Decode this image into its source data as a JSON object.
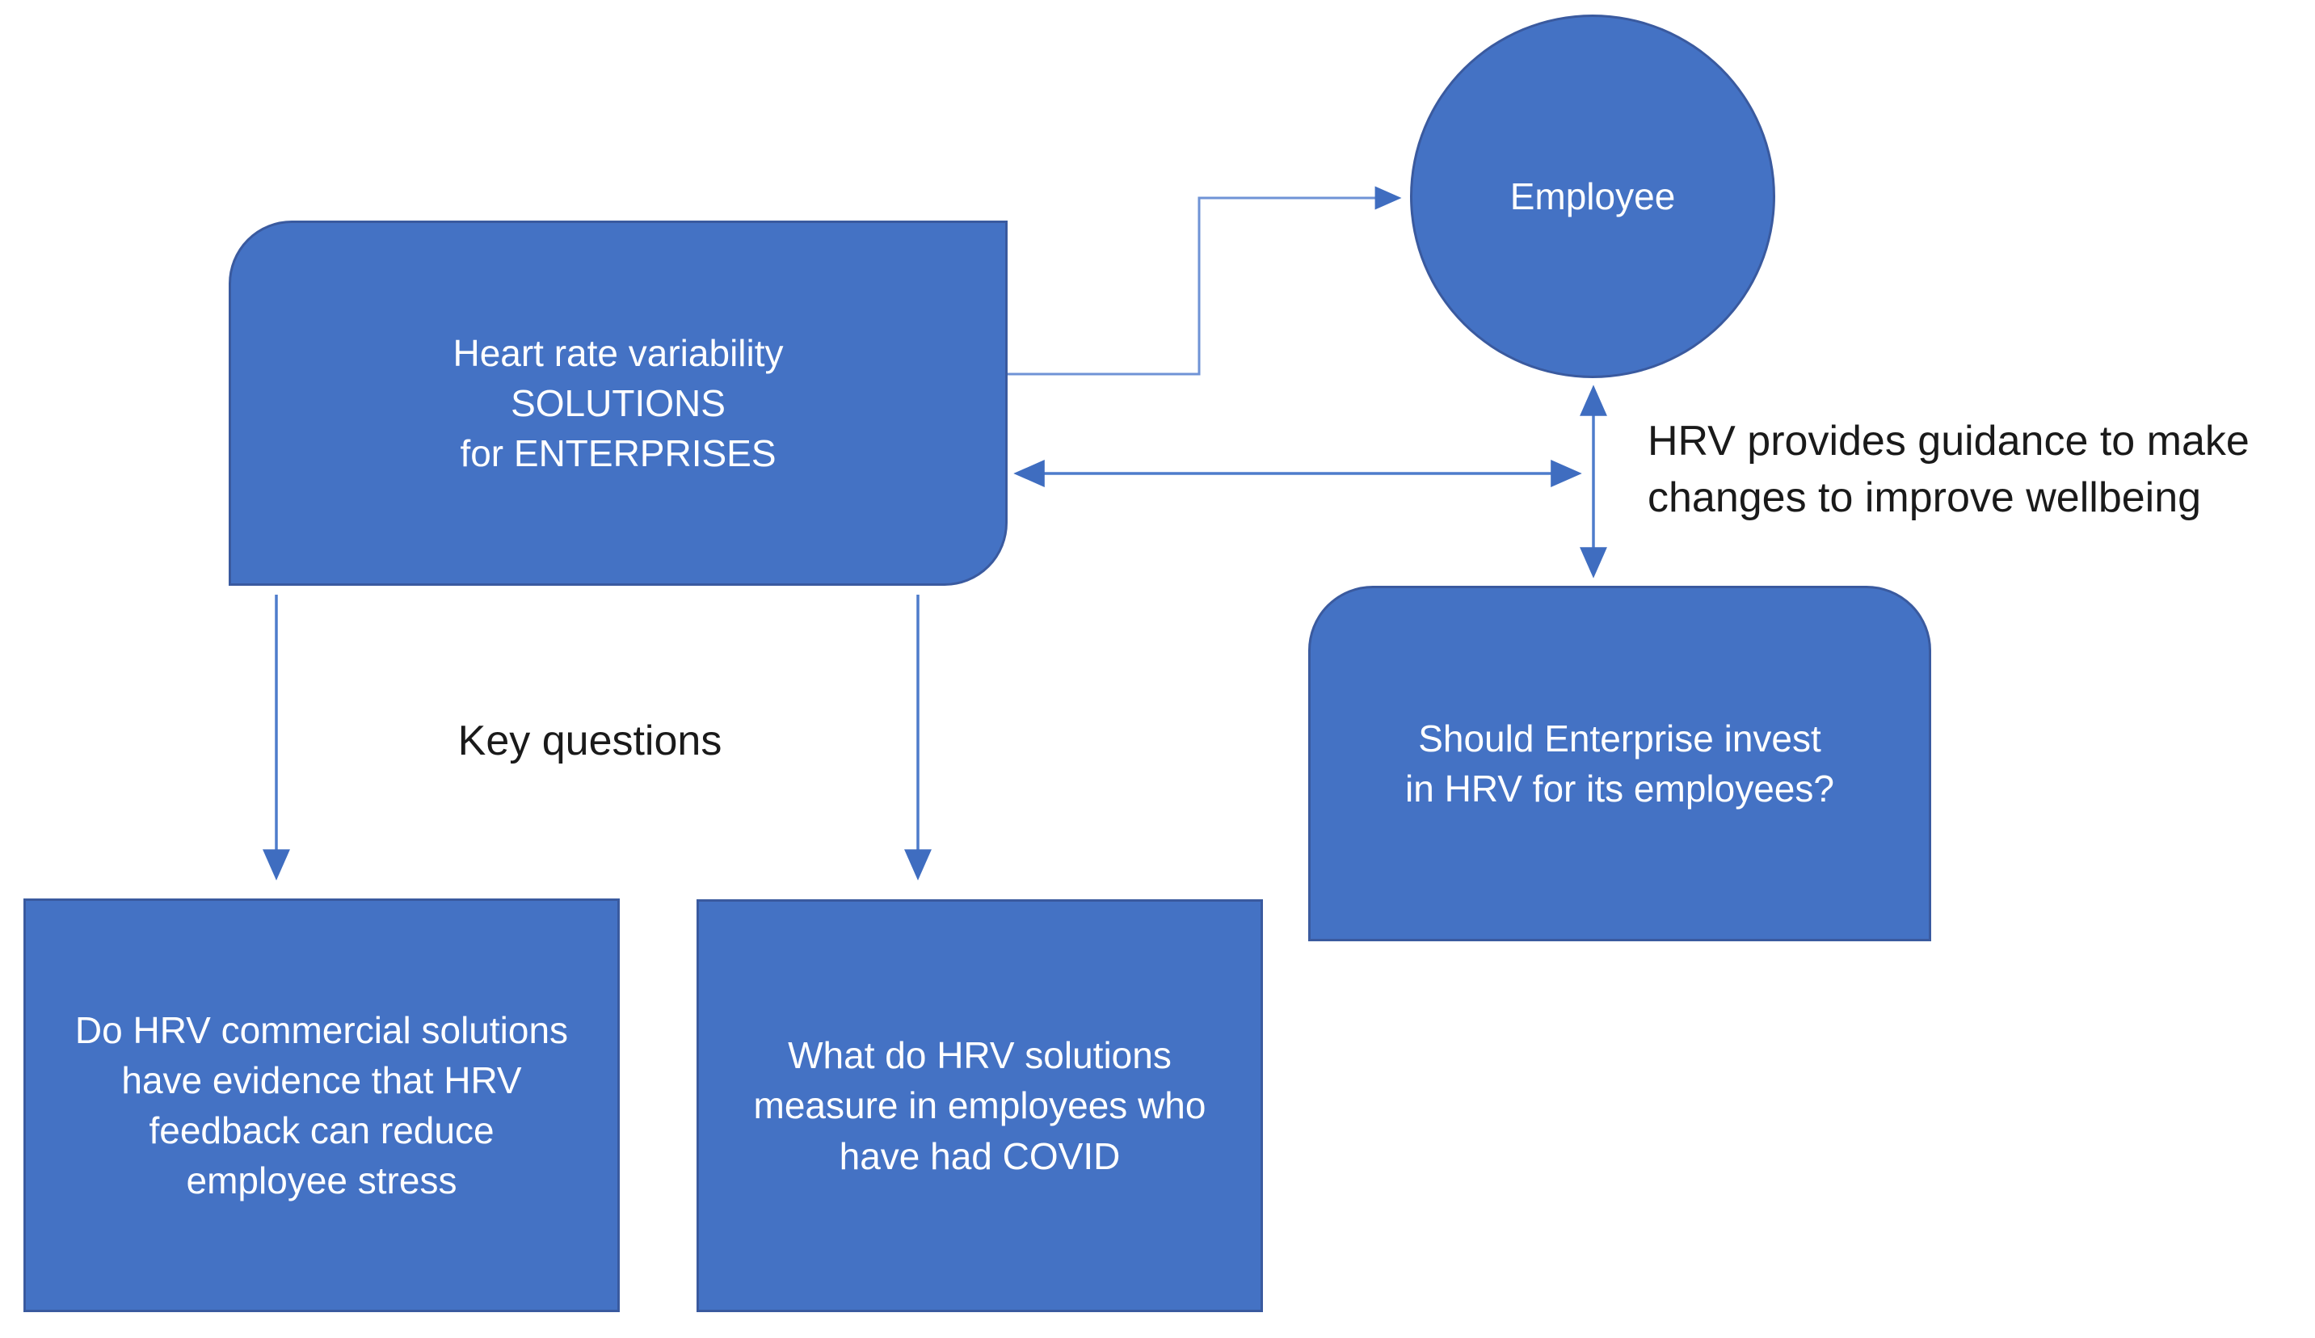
{
  "diagram": {
    "nodes": {
      "hrv_solutions": {
        "label": "Heart rate variability\nSOLUTIONS\nfor ENTERPRISES",
        "shape": "rounded-diagonal-rectangle"
      },
      "employee": {
        "label": "Employee",
        "shape": "circle"
      },
      "enterprise_invest": {
        "label": "Should Enterprise invest\nin HRV for its employees?",
        "shape": "round-top-rectangle"
      },
      "question_stress": {
        "label": "Do HRV commercial solutions\nhave evidence that HRV\nfeedback can reduce\nemployee stress",
        "shape": "rectangle"
      },
      "question_covid": {
        "label": "What do HRV solutions\nmeasure in employees who\nhave had COVID",
        "shape": "rectangle"
      }
    },
    "annotations": {
      "key_questions": {
        "label": "Key questions"
      },
      "hrv_guidance": {
        "label": "HRV provides guidance to make\nchanges to improve wellbeing"
      }
    },
    "connectors": [
      {
        "id": "solutions-to-employee",
        "from": "hrv_solutions",
        "to": "employee",
        "style": "elbow",
        "arrows": "end"
      },
      {
        "id": "employee-to-solutions",
        "from": "employee",
        "to": "hrv_solutions",
        "style": "straight-horizontal",
        "arrows": "both"
      },
      {
        "id": "employee-to-enterprise-invest",
        "from": "employee",
        "to": "enterprise_invest",
        "style": "straight-vertical",
        "arrows": "both"
      },
      {
        "id": "solutions-to-question-stress",
        "from": "hrv_solutions",
        "to": "question_stress",
        "style": "straight-vertical",
        "arrows": "end"
      },
      {
        "id": "solutions-to-question-covid",
        "from": "hrv_solutions",
        "to": "question_covid",
        "style": "straight-vertical",
        "arrows": "end"
      }
    ],
    "colors": {
      "shape_fill": "#4472C4",
      "shape_border": "#3A5A9F",
      "connector_stroke": "#4E7CCB",
      "arrowhead_fill": "#3F6DC0",
      "text_on_shape": "#FFFFFF",
      "annotation_text": "#1A1A1A",
      "background": "#FFFFFF"
    }
  }
}
